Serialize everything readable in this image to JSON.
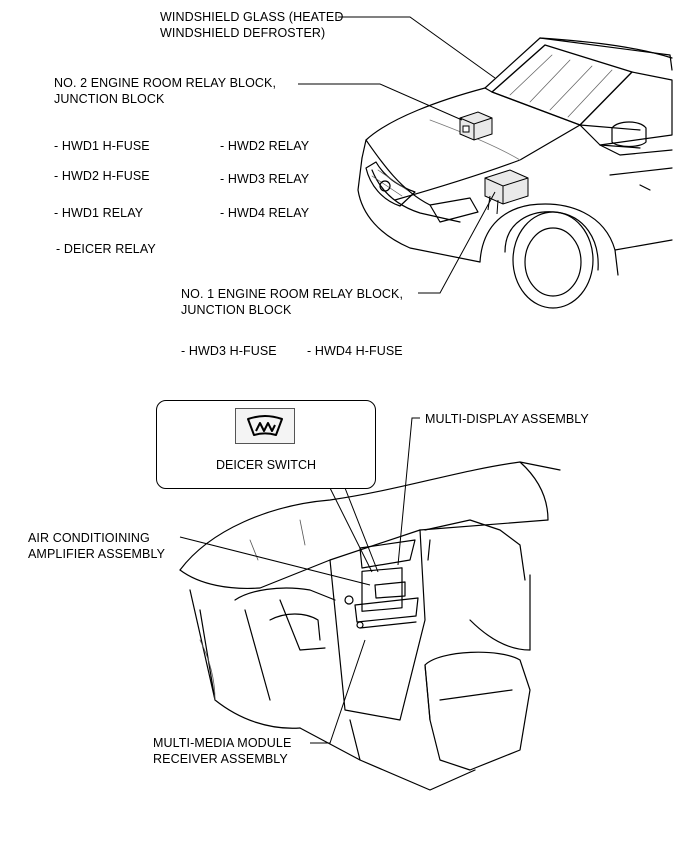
{
  "labels": {
    "windshield_glass": "WINDSHIELD GLASS (HEATED\nWINDSHIELD DEFROSTER)",
    "no2_relay_block": "NO. 2 ENGINE ROOM RELAY BLOCK,\nJUNCTION BLOCK",
    "no1_relay_block": "NO. 1 ENGINE ROOM RELAY BLOCK,\nJUNCTION BLOCK",
    "multi_display": "MULTI-DISPLAY ASSEMBLY",
    "deicer_switch": "DEICER SWITCH",
    "air_conditioning_amplifier": "AIR CONDITIOINING\nAMPLIFIER ASSEMBLY",
    "multi_media_module": "MULTI-MEDIA MODULE\nRECEIVER ASSEMBLY"
  },
  "no2_components": {
    "col1": [
      "- HWD1 H-FUSE",
      "- HWD2 H-FUSE",
      "- HWD1 RELAY",
      "- DEICER RELAY"
    ],
    "col2": [
      "- HWD2 RELAY",
      "- HWD3 RELAY",
      "- HWD4 RELAY"
    ]
  },
  "no1_components": [
    "- HWD3 H-FUSE",
    "- HWD4 H-FUSE"
  ],
  "icons": {
    "deicer_switch_symbol": "windshield-deicer-icon",
    "vehicle": "suv-front-illustration",
    "dashboard": "dashboard-illustration"
  }
}
